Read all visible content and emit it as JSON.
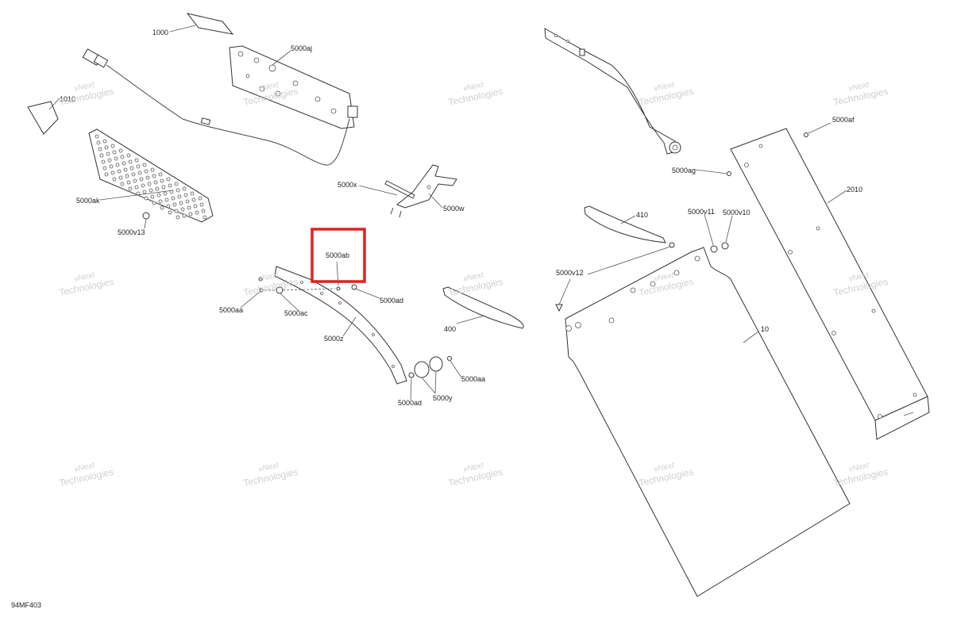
{
  "diagram": {
    "figure_code": "94MF403",
    "watermark": {
      "line1": "vNext",
      "line2": "Technologies"
    },
    "highlight_color": "#e02020",
    "callouts": [
      {
        "id": "c1000",
        "label": "1000"
      },
      {
        "id": "c5000aj",
        "label": "5000aj"
      },
      {
        "id": "c1010",
        "label": "1010"
      },
      {
        "id": "c5000ak",
        "label": "5000ak"
      },
      {
        "id": "c5000v13",
        "label": "5000v13"
      },
      {
        "id": "c5000x",
        "label": "5000x"
      },
      {
        "id": "c5000w",
        "label": "5000w"
      },
      {
        "id": "c5000ab",
        "label": "5000ab"
      },
      {
        "id": "c5000ad1",
        "label": "5000ad"
      },
      {
        "id": "c5000aa1",
        "label": "5000aa"
      },
      {
        "id": "c5000ac",
        "label": "5000ac"
      },
      {
        "id": "c5000z",
        "label": "5000z"
      },
      {
        "id": "c400",
        "label": "400"
      },
      {
        "id": "c5000aa2",
        "label": "5000aa"
      },
      {
        "id": "c5000ad2",
        "label": "5000ad"
      },
      {
        "id": "c5000y",
        "label": "5000y"
      },
      {
        "id": "c5000af",
        "label": "5000af"
      },
      {
        "id": "c5000ag",
        "label": "5000ag"
      },
      {
        "id": "c2010",
        "label": "2010"
      },
      {
        "id": "c410",
        "label": "410"
      },
      {
        "id": "c5000v11",
        "label": "5000v11"
      },
      {
        "id": "c5000v10",
        "label": "5000v10"
      },
      {
        "id": "c5000v12",
        "label": "5000v12"
      },
      {
        "id": "c10",
        "label": "10"
      }
    ]
  }
}
